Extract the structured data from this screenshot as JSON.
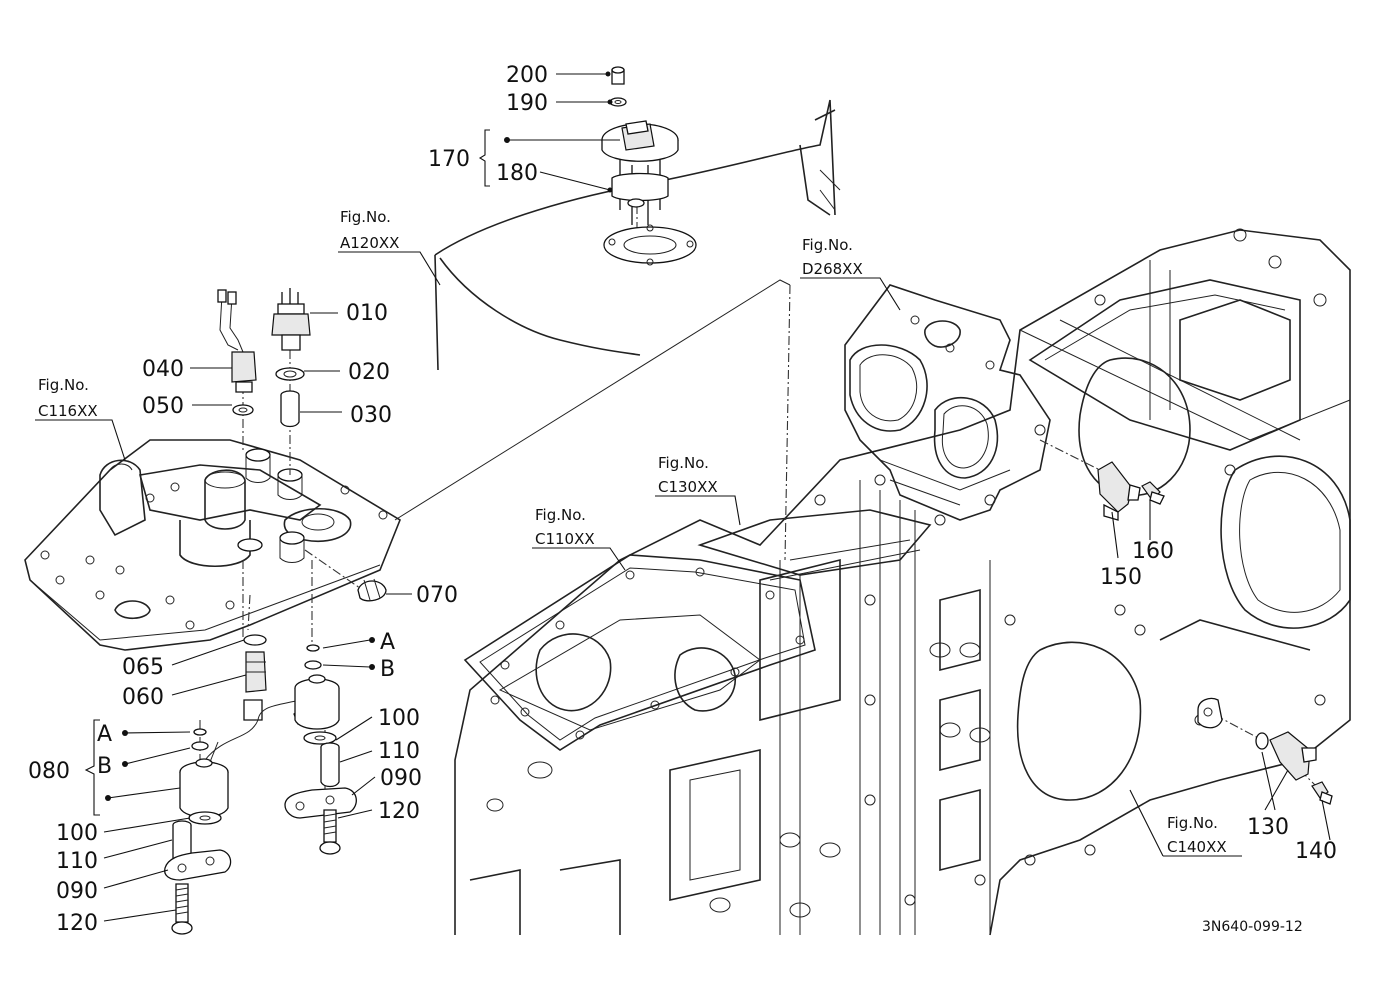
{
  "part_labels": {
    "p200": "200",
    "p190": "190",
    "p170": "170",
    "p180": "180",
    "p010": "010",
    "p040": "040",
    "p020": "020",
    "p050": "050",
    "p030": "030",
    "p070": "070",
    "p065": "065",
    "p060": "060",
    "pA1": "A",
    "pB1": "B",
    "pA2": "A",
    "pB2": "B",
    "p080": "080",
    "p100r": "100",
    "p110r": "110",
    "p090r": "090",
    "p120r": "120",
    "p100l": "100",
    "p110l": "110",
    "p090l": "090",
    "p120l": "120",
    "p150": "150",
    "p160": "160",
    "p130": "130",
    "p140": "140"
  },
  "figure_refs": {
    "a120": {
      "prefix": "Fig.No.",
      "code": "A120XX"
    },
    "c116": {
      "prefix": "Fig.No.",
      "code": "C116XX"
    },
    "d268": {
      "prefix": "Fig.No.",
      "code": "D268XX"
    },
    "c130": {
      "prefix": "Fig.No.",
      "code": "C130XX"
    },
    "c110": {
      "prefix": "Fig.No.",
      "code": "C110XX"
    },
    "c140": {
      "prefix": "Fig.No.",
      "code": "C140XX"
    }
  },
  "drawing_code": "3N640-099-12"
}
